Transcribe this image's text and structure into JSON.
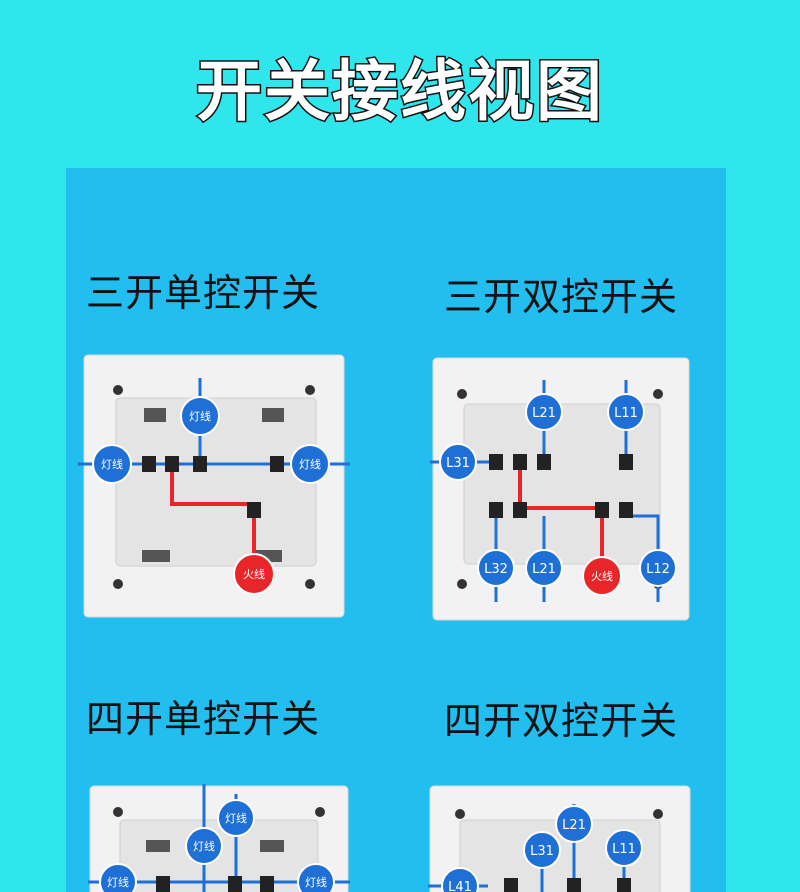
{
  "title": "开关接线视图",
  "sections": [
    {
      "title": "三开单控开关"
    },
    {
      "title": "三开双控开关"
    },
    {
      "title": "四开单控开关"
    },
    {
      "title": "四开双控开关"
    }
  ],
  "labels": {
    "lamp": "灯线",
    "live": "火线",
    "L11": "L11",
    "L12": "L12",
    "L21": "L21",
    "L31": "L31",
    "L32": "L32",
    "L41": "L41"
  },
  "colors": {
    "background": "#2ee6ec",
    "panel": "#23bef0",
    "wire_blue": "#1e6fd6",
    "wire_red": "#e8262a",
    "plate": "#f2f2f2"
  }
}
